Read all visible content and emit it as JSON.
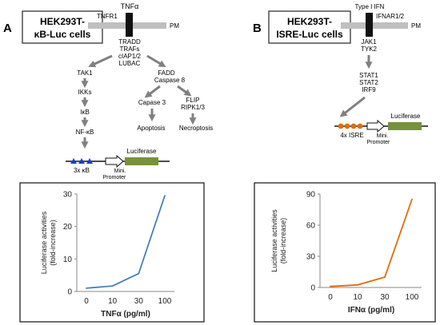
{
  "panel_a": {
    "letter": "A",
    "cell_line_line1": "HEK293T-",
    "cell_line_line2": "κB-Luc cells",
    "ligand": "TNFα",
    "receptor": "TNFR1",
    "membrane": "PM",
    "complex": [
      "TRADD",
      "TRAFs",
      "cIAP1/2",
      "LUBAC"
    ],
    "left_branch": [
      "TAK1",
      "IKKs",
      "IκB",
      "NF-κB"
    ],
    "right_branch_head": [
      "FADD",
      "Caspase 8"
    ],
    "caspase3": "Capase 3",
    "apoptosis": "Apoptosis",
    "flip_ripk": [
      "FLIP",
      "RIPK1/3"
    ],
    "necroptosis": "Necroptosis",
    "element_label": "3x κB",
    "mini_promoter": [
      "Mini.",
      "Promoter"
    ],
    "reporter": "Luciferase"
  },
  "panel_b": {
    "letter": "B",
    "cell_line_line1": "HEK293T-",
    "cell_line_line2": "ISRE-Luc cells",
    "ligand": "Type I IFN",
    "receptor": "IFNAR1/2",
    "membrane": "PM",
    "kinases": [
      "JAK1",
      "TYK2"
    ],
    "factors": [
      "STAT1",
      "STAT2",
      "IRF9"
    ],
    "element_label": "4x ISRE",
    "mini_promoter": [
      "Mini.",
      "Promoter"
    ],
    "reporter": "Luciferase"
  },
  "colors": {
    "membrane": "#bfbfbf",
    "receptor": "#111111",
    "arrow": "#808080",
    "luciferase": "#76923c",
    "kb_site": "#1f3fbf",
    "isre_site": "#e36c0a",
    "line_a": "#4a7ebb",
    "line_b": "#e36c0a"
  },
  "chart_data": [
    {
      "type": "line",
      "x": [
        "0",
        "10",
        "30",
        "100"
      ],
      "series": [
        {
          "values": [
            1,
            1.7,
            5.5,
            29.5
          ]
        }
      ],
      "xlabel": "TNFα (pg/ml)",
      "ylabel": [
        "Luciferase activities",
        "(fold-increase)"
      ],
      "ylim": [
        0,
        30
      ],
      "yticks": [
        0,
        10,
        20,
        30
      ],
      "grid": false
    },
    {
      "type": "line",
      "x": [
        "0",
        "10",
        "30",
        "100"
      ],
      "series": [
        {
          "values": [
            1,
            2.5,
            10,
            85
          ]
        }
      ],
      "xlabel": "IFNα (pg/ml)",
      "ylabel": [
        "Luciferase activities",
        "(fold-increase)"
      ],
      "ylim": [
        0,
        90
      ],
      "yticks": [
        0,
        30,
        60,
        90
      ],
      "grid": false
    }
  ]
}
